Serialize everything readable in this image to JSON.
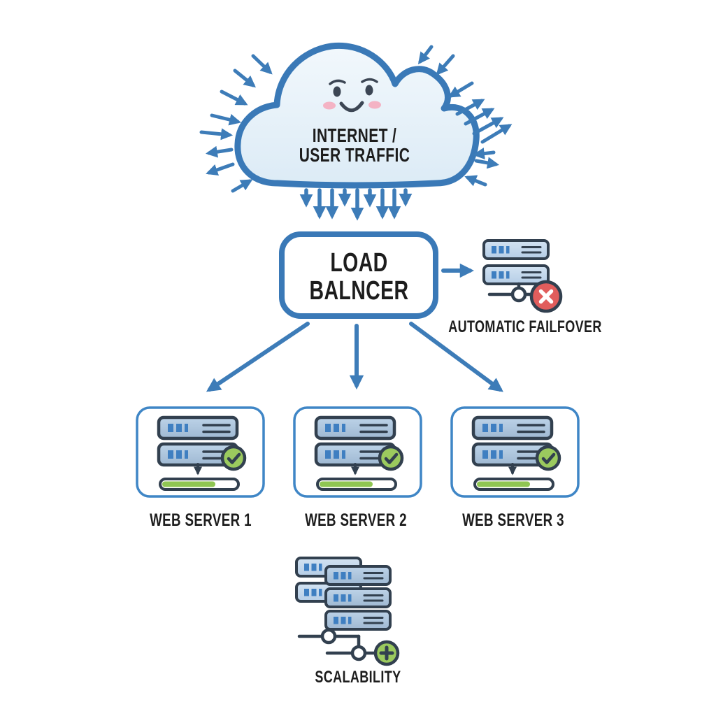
{
  "cloud": {
    "label": "INTERNET /\nUSER TRAFFIC",
    "icon": "cloud-with-face-icon"
  },
  "load_balancer": {
    "label": "LOAD\nBALNCER"
  },
  "failover": {
    "label": "AUTOMATIC FAILFOVER",
    "status_icon": "x-circle-red-icon"
  },
  "web_servers": [
    {
      "label": "WEB SERVER 1",
      "status_icon": "check-circle-green-icon",
      "load_fill_ratio": 0.68
    },
    {
      "label": "WEB SERVER 2",
      "status_icon": "check-circle-green-icon",
      "load_fill_ratio": 0.68
    },
    {
      "label": "WEB SERVER 3",
      "status_icon": "check-circle-green-icon",
      "load_fill_ratio": 0.68
    }
  ],
  "scalability": {
    "label": "SCALABILITY",
    "action_icon": "plus-circle-green-icon"
  },
  "colors": {
    "arrow_blue": "#3d7cb8",
    "cloud_stroke": "#3a79b7",
    "cloud_fill_top": "#f2f8fc",
    "cloud_fill_bottom": "#dcebf6",
    "outline_navy": "#32404f",
    "server_body_top": "#bdd3e8",
    "server_body_bottom": "#9fb8d2",
    "server_body_light_top": "#d3e3f2",
    "server_body_light_bottom": "#b5cde6",
    "led_blue": "#3f7fc1",
    "success_green": "#9bca5e",
    "error_red": "#e15d5c",
    "progress_green": "#8fc653",
    "box_border_blue": "#3f86c6",
    "text_black": "#1d1d1d",
    "cheek_pink": "#f4b3c4",
    "face_gray": "#3c4654"
  }
}
